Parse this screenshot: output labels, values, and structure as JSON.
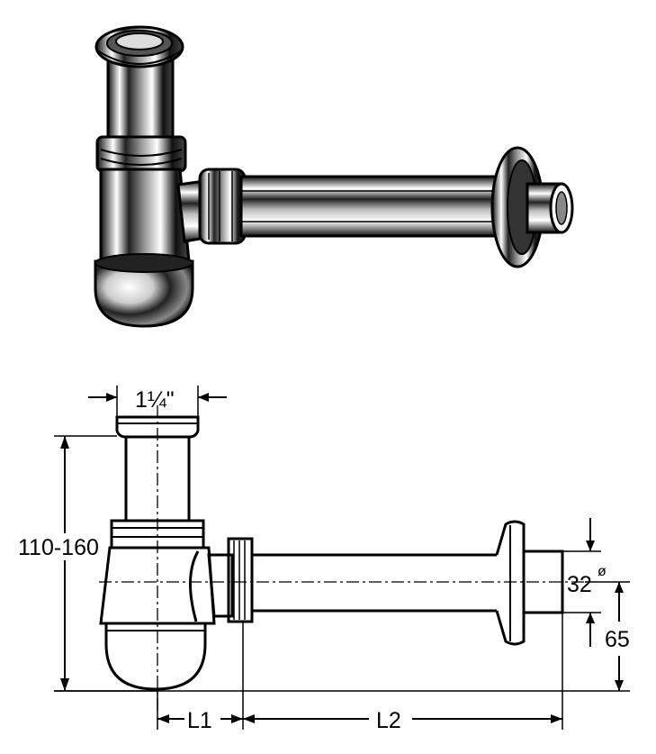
{
  "dimensions": {
    "inlet_size": "1¼\"",
    "height_range": "110-160",
    "outlet_diameter": "32",
    "diameter_symbol": "ø",
    "outlet_height": "65",
    "l1_label": "L1",
    "l2_label": "L2"
  },
  "colors": {
    "ink": "#000000",
    "paper": "#ffffff",
    "chrome_mid": "#9a9a9a",
    "chrome_light": "#e6e6e6"
  },
  "icons": [
    "bottle-trap-perspective-illustration",
    "bottle-trap-technical-drawing"
  ]
}
